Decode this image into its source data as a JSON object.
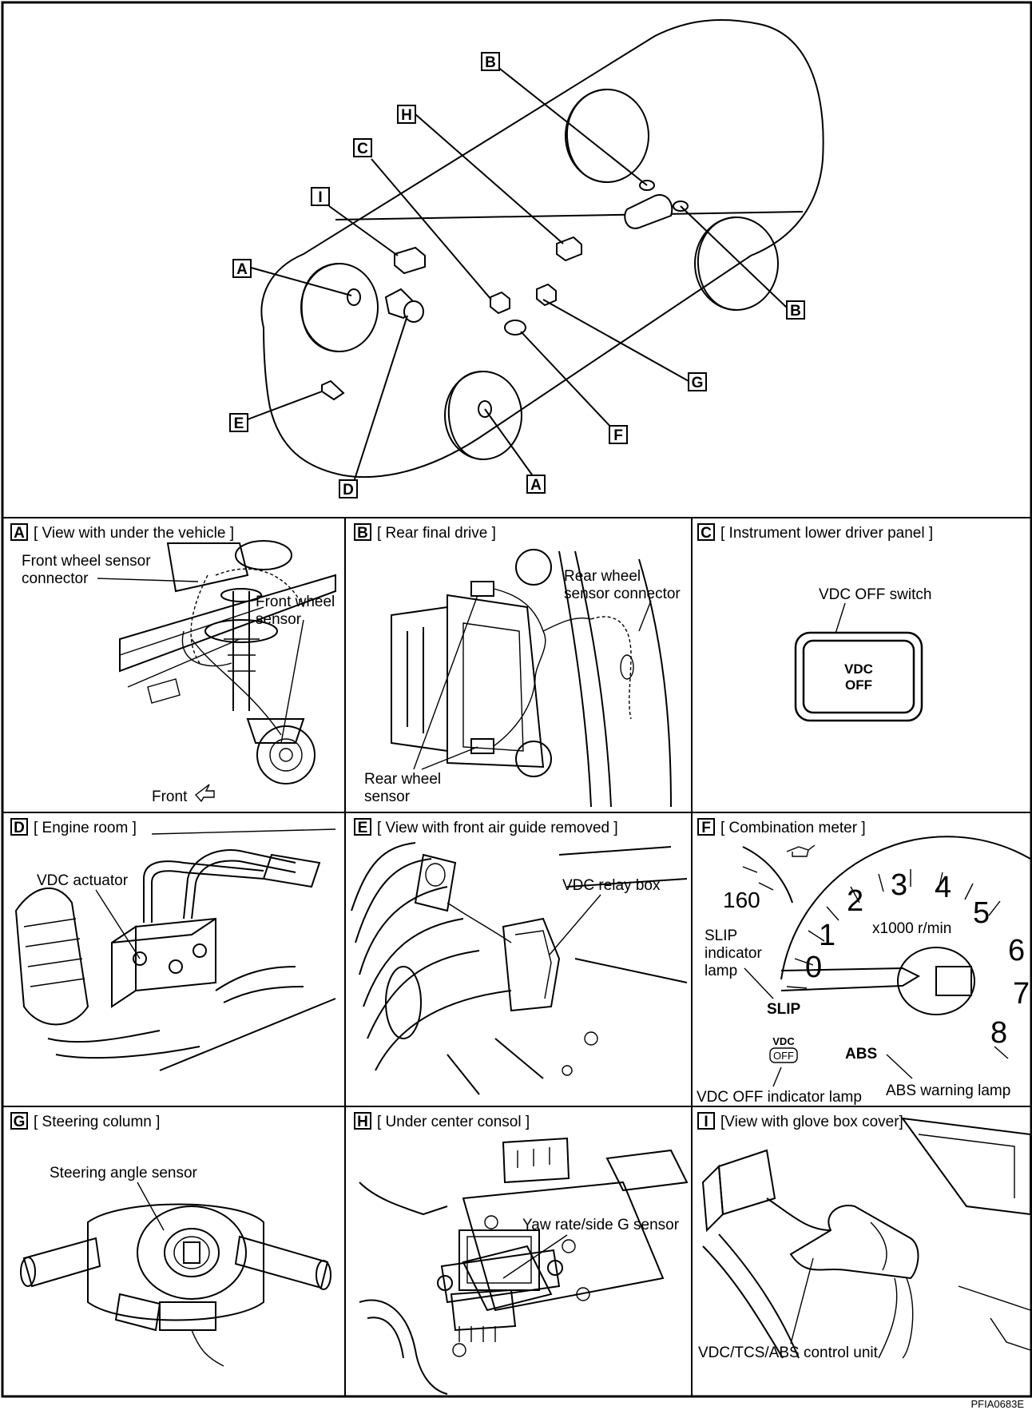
{
  "overview": {
    "callouts": [
      "B",
      "H",
      "C",
      "I",
      "A",
      "B",
      "G",
      "E",
      "F",
      "D",
      "A"
    ]
  },
  "panels": [
    {
      "letter": "A",
      "title": "[ View with under the vehicle ]",
      "labels": [
        "Front wheel sensor",
        "connector",
        "Front wheel",
        "sensor",
        "Front"
      ]
    },
    {
      "letter": "B",
      "title": "[ Rear final drive ]",
      "labels": [
        "Rear wheel",
        "sensor connector",
        "Rear wheel",
        "sensor"
      ]
    },
    {
      "letter": "C",
      "title": "[ Instrument lower driver panel ]",
      "labels": [
        "VDC OFF switch",
        "VDC",
        "OFF"
      ]
    },
    {
      "letter": "D",
      "title": "[ Engine room ]",
      "labels": [
        "VDC actuator"
      ]
    },
    {
      "letter": "E",
      "title": "[ View with front air guide removed ]",
      "labels": [
        "VDC relay box"
      ]
    },
    {
      "letter": "F",
      "title": "[ Combination meter ]",
      "labels": [
        "SLIP",
        "indicator",
        "lamp",
        "SLIP",
        "VDC",
        "OFF",
        "ABS",
        "VDC OFF indicator lamp",
        "ABS warning lamp",
        "x1000 r/min",
        "160"
      ],
      "gauge_numbers": [
        "0",
        "1",
        "2",
        "3",
        "4",
        "5",
        "6",
        "7",
        "8"
      ]
    },
    {
      "letter": "G",
      "title": "[ Steering column ]",
      "labels": [
        "Steering angle sensor"
      ]
    },
    {
      "letter": "H",
      "title": "[ Under center consol ]",
      "labels": [
        "Yaw rate/side G sensor"
      ]
    },
    {
      "letter": "I",
      "title": "[View with glove box cover]",
      "labels": [
        "VDC/TCS/ABS  control unit"
      ]
    }
  ],
  "figure_code": "PFIA0683E"
}
